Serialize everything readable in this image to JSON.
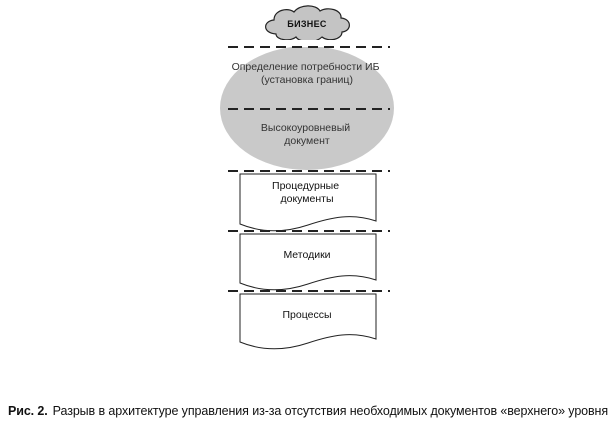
{
  "diagram": {
    "cloud_label": "БИЗНЕС",
    "oval_upper_lines": [
      "Определение потребности ИБ",
      "(установка границ)"
    ],
    "oval_lower_lines": [
      "Высокоуровневый",
      "документ"
    ],
    "documents": [
      {
        "lines": [
          "Процедурные",
          "документы"
        ]
      },
      {
        "lines": [
          "Методики"
        ]
      },
      {
        "lines": [
          "Процессы"
        ]
      }
    ],
    "colors": {
      "oval_fill": "#c9c9c9",
      "cloud_fill": "#c4c4c4",
      "line": "#222222"
    }
  },
  "caption": {
    "label": "Рис. 2.",
    "text": "Разрыв в архитектуре управления из-за отсутствия необходимых документов «верхнего» уровня"
  }
}
